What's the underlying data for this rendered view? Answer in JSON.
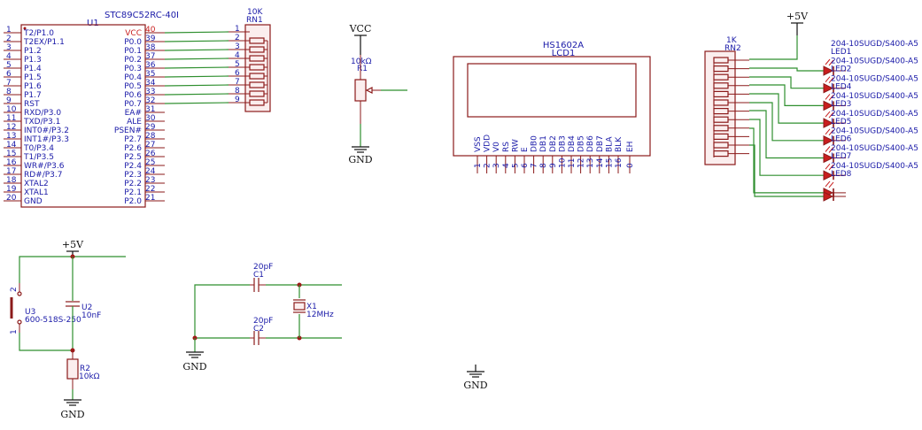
{
  "u1": {
    "part": "STC89C52RC-40I",
    "ref": "U1",
    "left_pins": [
      {
        "num": "1",
        "name": "T2/P1.0"
      },
      {
        "num": "2",
        "name": "T2EX/P1.1"
      },
      {
        "num": "3",
        "name": "P1.2"
      },
      {
        "num": "4",
        "name": "P1.3"
      },
      {
        "num": "5",
        "name": "P1.4"
      },
      {
        "num": "6",
        "name": "P1.5"
      },
      {
        "num": "7",
        "name": "P1.6"
      },
      {
        "num": "8",
        "name": "P1.7"
      },
      {
        "num": "9",
        "name": "RST"
      },
      {
        "num": "10",
        "name": "RXD/P3.0"
      },
      {
        "num": "11",
        "name": "TXD/P3.1"
      },
      {
        "num": "12",
        "name": "INT0#/P3.2"
      },
      {
        "num": "13",
        "name": "INT1#/P3.3"
      },
      {
        "num": "14",
        "name": "T0/P3.4"
      },
      {
        "num": "15",
        "name": "T1/P3.5"
      },
      {
        "num": "16",
        "name": "WR#/P3.6"
      },
      {
        "num": "17",
        "name": "RD#/P3.7"
      },
      {
        "num": "18",
        "name": "XTAL2"
      },
      {
        "num": "19",
        "name": "XTAL1"
      },
      {
        "num": "20",
        "name": "GND"
      }
    ],
    "right_pins": [
      {
        "num": "40",
        "name": "VCC"
      },
      {
        "num": "39",
        "name": "P0.0"
      },
      {
        "num": "38",
        "name": "P0.1"
      },
      {
        "num": "37",
        "name": "P0.2"
      },
      {
        "num": "36",
        "name": "P0.3"
      },
      {
        "num": "35",
        "name": "P0.4"
      },
      {
        "num": "34",
        "name": "P0.5"
      },
      {
        "num": "33",
        "name": "P0.6"
      },
      {
        "num": "32",
        "name": "P0.7"
      },
      {
        "num": "31",
        "name": "EA#"
      },
      {
        "num": "30",
        "name": "ALE"
      },
      {
        "num": "29",
        "name": "PSEN#"
      },
      {
        "num": "28",
        "name": "P2.7"
      },
      {
        "num": "27",
        "name": "P2.6"
      },
      {
        "num": "26",
        "name": "P2.5"
      },
      {
        "num": "25",
        "name": "P2.4"
      },
      {
        "num": "24",
        "name": "P2.3"
      },
      {
        "num": "23",
        "name": "P2.2"
      },
      {
        "num": "22",
        "name": "P2.1"
      },
      {
        "num": "21",
        "name": "P2.0"
      }
    ]
  },
  "rn1": {
    "value": "10K",
    "ref": "RN1",
    "pins": [
      "1",
      "2",
      "3",
      "4",
      "5",
      "6",
      "7",
      "8",
      "9"
    ]
  },
  "r1": {
    "vcc": "VCC",
    "value": "10kΩ",
    "ref": "R1",
    "gnd": "GND"
  },
  "lcd1": {
    "part": "HS1602A",
    "ref": "LCD1",
    "pins": [
      {
        "num": "1",
        "name": "VSS"
      },
      {
        "num": "2",
        "name": "VDD"
      },
      {
        "num": "3",
        "name": "V0"
      },
      {
        "num": "4",
        "name": "RS"
      },
      {
        "num": "5",
        "name": "RW"
      },
      {
        "num": "6",
        "name": "E"
      },
      {
        "num": "7",
        "name": "DB0"
      },
      {
        "num": "8",
        "name": "DB1"
      },
      {
        "num": "9",
        "name": "DB2"
      },
      {
        "num": "10",
        "name": "DB3"
      },
      {
        "num": "11",
        "name": "DB4"
      },
      {
        "num": "12",
        "name": "DB5"
      },
      {
        "num": "13",
        "name": "DB6"
      },
      {
        "num": "14",
        "name": "DB7"
      },
      {
        "num": "15",
        "name": "BLA"
      },
      {
        "num": "16",
        "name": "BLK"
      },
      {
        "num": "0",
        "name": "EH"
      }
    ]
  },
  "rn2": {
    "value": "1K",
    "ref": "RN2",
    "supply": "+5V"
  },
  "leds": [
    {
      "part": "204-10SUGD/S400-A5",
      "ref": "LED1"
    },
    {
      "part": "204-10SUGD/S400-A5",
      "ref": "LED2"
    },
    {
      "part": "204-10SUGD/S400-A5",
      "ref": "LED4"
    },
    {
      "part": "204-10SUGD/S400-A5",
      "ref": "LED3"
    },
    {
      "part": "204-10SUGD/S400-A5",
      "ref": "LED5"
    },
    {
      "part": "204-10SUGD/S400-A5",
      "ref": "LED6"
    },
    {
      "part": "204-10SUGD/S400-A5",
      "ref": "LED7"
    },
    {
      "part": "204-10SUGD/S400-A5",
      "ref": "LED8"
    }
  ],
  "reset": {
    "supply": "+5V",
    "gnd": "GND",
    "u3_ref": "U3",
    "u3_part": "600-518S-250",
    "u3_pin2": "2",
    "u3_pin1": "1",
    "u2_ref": "U2",
    "u2_value": "10nF",
    "r2_ref": "R2",
    "r2_value": "10kΩ"
  },
  "osc": {
    "c1_value": "20pF",
    "c1_ref": "C1",
    "c2_value": "20pF",
    "c2_ref": "C2",
    "x1_ref": "X1",
    "x1_value": "12MHz",
    "gnd": "GND"
  },
  "gnd_symbol": {
    "label": "GND"
  }
}
